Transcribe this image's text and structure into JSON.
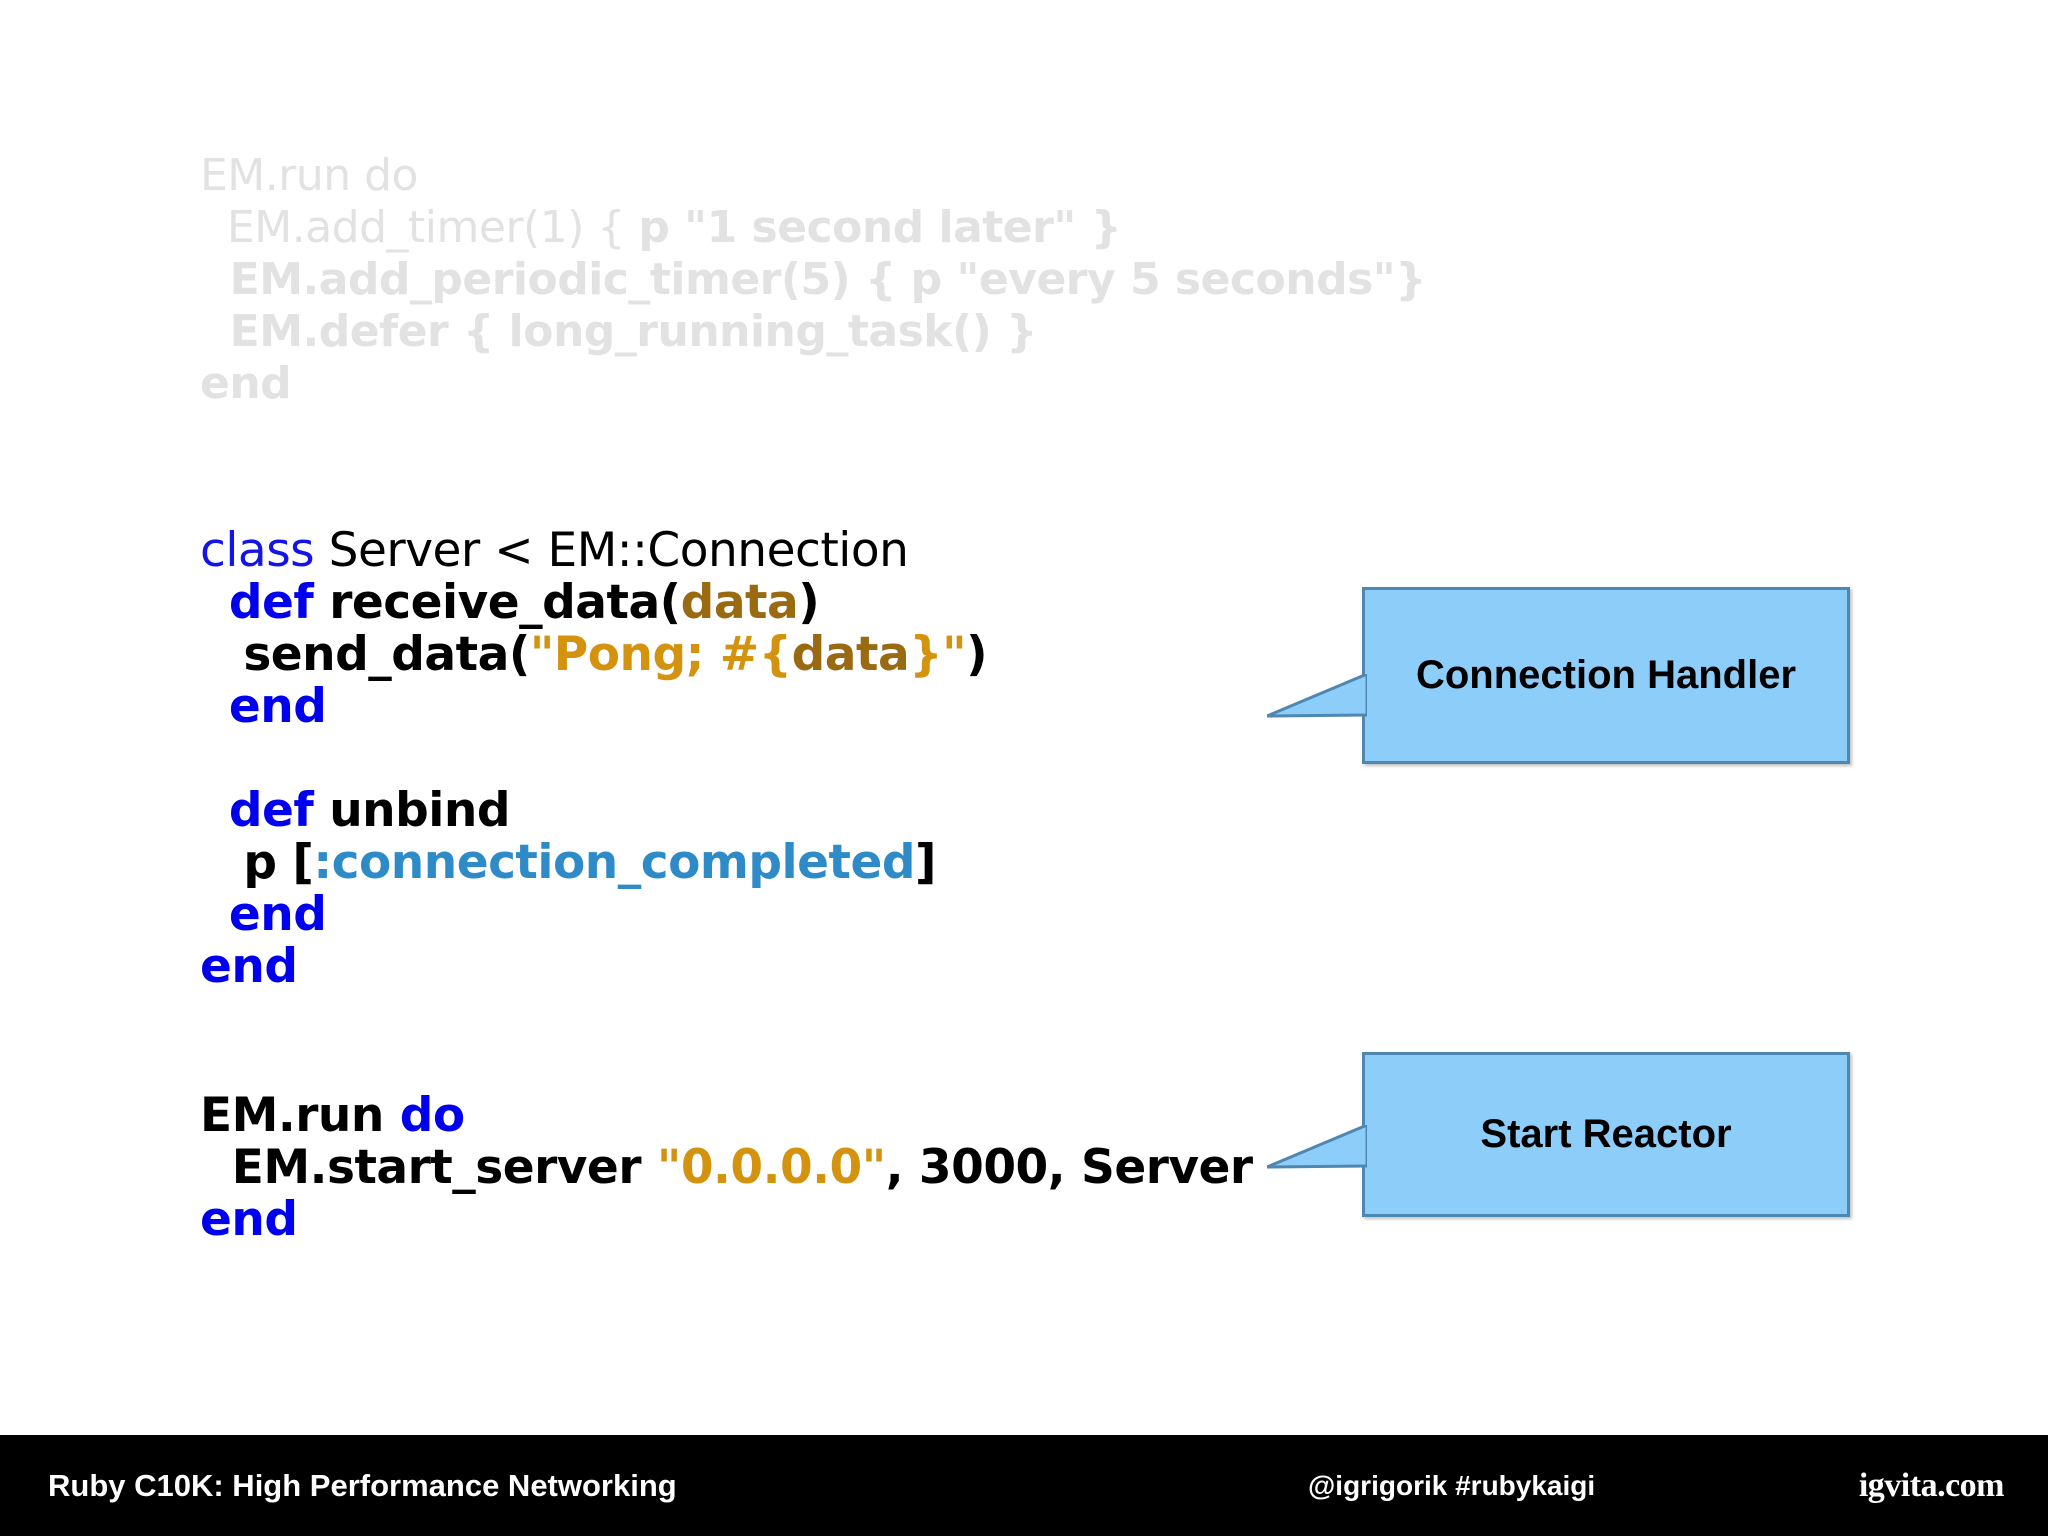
{
  "slide": {
    "background_color": "#ffffff",
    "faded_code": {
      "color": "#e2e2e2",
      "lines": [
        "EM.run do",
        "  EM.add_timer(1) { p \"1 second later\" }",
        "  EM.add_periodic_timer(5) { p \"every 5 seconds\"}",
        "  EM.defer { long_running_task() }",
        "end"
      ],
      "l0": "EM.run do",
      "l1_plain": "  EM.add_timer(1) { ",
      "l1_bold": "p \"1 second later\" }",
      "l2": "  EM.add_periodic_timer(5) { p \"every 5 seconds\"}",
      "l3": "  EM.defer { long_running_task() }",
      "l4": "end"
    },
    "main_code": {
      "line1_kw": "class",
      "line1_rest": " Server < EM::Connection",
      "line2_indent": "  ",
      "line2_kw": "def",
      "line2_name": " receive_data(",
      "line2_arg": "data",
      "line2_close": ")",
      "line3_indent": "   ",
      "line3_call": "send_data(",
      "line3_str_open": "\"Pong; #{",
      "line3_interp": "data",
      "line3_str_close": "}\"",
      "line3_close": ")",
      "line4_indent": "  ",
      "line4_end": "end",
      "line6_indent": "  ",
      "line6_kw": "def",
      "line6_name": " unbind",
      "line7_indent": "   ",
      "line7_p": "p [",
      "line7_sym": ":connection_completed",
      "line7_close": "]",
      "line8_indent": "  ",
      "line8_end": "end",
      "line9_end": "end"
    },
    "reactor_code": {
      "line1_obj": "EM.run ",
      "line1_kw": "do",
      "line2_indent": "  ",
      "line2_call": "EM.start_server ",
      "line2_str": "\"0.0.0.0\"",
      "line2_args": ", 3000, Server",
      "line3_end": "end"
    },
    "callouts": [
      {
        "label": "Connection Handler",
        "fill_color": "#8CCDFA",
        "border_color": "#4E87B0"
      },
      {
        "label": "Start Reactor",
        "fill_color": "#8CCDFA",
        "border_color": "#4E87B0"
      }
    ]
  },
  "footer": {
    "background_color": "#000000",
    "title": "Ruby C10K: High Performance Networking",
    "handle": "@igrigorik #rubykaigi",
    "brand": "igvita.com"
  }
}
